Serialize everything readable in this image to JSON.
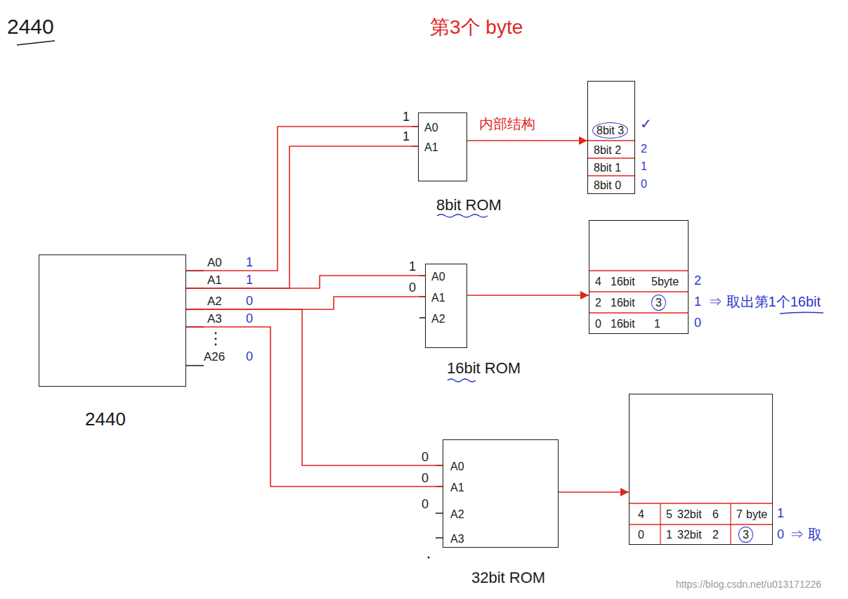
{
  "diagram": {
    "title": "2440",
    "nodes": [
      {
        "text": [
          "2440"
        ]
      },
      {
        "text": [
          "8bit ROM",
          "A0",
          "A1"
        ]
      },
      {
        "text": [
          "16bit ROM",
          "A0",
          "A1",
          "A2"
        ]
      },
      {
        "text": [
          "32bit ROM",
          "A0",
          "A1",
          "A2",
          "A3"
        ]
      },
      {
        "text": [
          "8bit 3",
          "8bit 2",
          "8bit 1",
          "8bit 0"
        ]
      },
      {
        "text": [
          "4",
          "16bit",
          "5byte",
          "2",
          "16bit",
          "3",
          "0",
          "16bit",
          "1"
        ]
      },
      {
        "text": [
          "4",
          "5",
          "32bit",
          "6",
          "7",
          "byte",
          "0",
          "1",
          "32bit",
          "2",
          "3"
        ]
      }
    ],
    "edges": [
      {
        "from": 0,
        "to": 1,
        "arrow": "none"
      },
      {
        "from": 0,
        "to": 1,
        "arrow": "none"
      },
      {
        "from": 0,
        "to": 2,
        "arrow": "none"
      },
      {
        "from": 0,
        "to": 2,
        "arrow": "none"
      },
      {
        "from": 0,
        "to": 3,
        "arrow": "none"
      },
      {
        "from": 0,
        "to": 3,
        "arrow": "none"
      },
      {
        "from": 1,
        "to": 4,
        "label": "内部结构",
        "arrow": "to"
      },
      {
        "from": 2,
        "to": 5,
        "arrow": "to"
      },
      {
        "from": 3,
        "to": 6,
        "arrow": "to"
      }
    ],
    "labels": [
      "第3个 byte",
      "A0",
      "A1",
      "A2",
      "A3",
      "A26",
      "1",
      "1",
      "0",
      "0",
      "0",
      "1",
      "1",
      "1",
      "0",
      "0",
      "0",
      "0",
      "✓",
      "2",
      "1",
      "0",
      "2",
      "1",
      "⇒ 取出第1个16bit",
      "0",
      "1",
      "0",
      "⇒ 取",
      "https://blog.csdn.net/u013171226"
    ]
  }
}
